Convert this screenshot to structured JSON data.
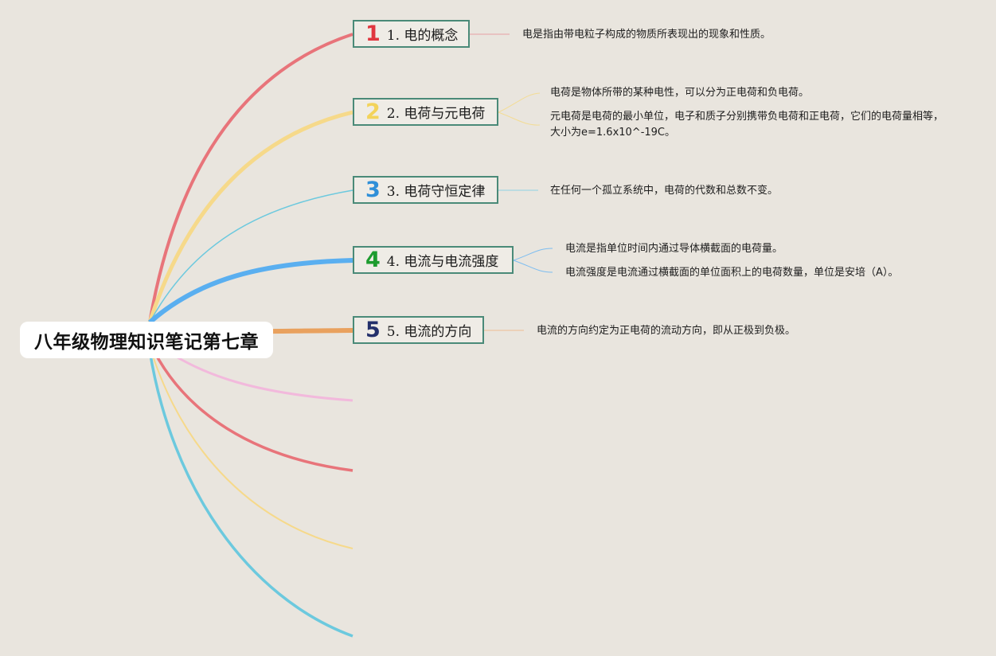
{
  "root": {
    "title": "八年级物理知识笔记第七章"
  },
  "topics": [
    {
      "number": "1",
      "label": "1. 电的概念",
      "color": "#e0363f",
      "notes": [
        "电是指由带电粒子构成的物质所表现出的现象和性质。"
      ]
    },
    {
      "number": "2",
      "label": "2. 电荷与元电荷",
      "color": "#f3d35b",
      "notes": [
        "电荷是物体所带的某种电性，可以分为正电荷和负电荷。",
        "元电荷是电荷的最小单位，电子和质子分别携带负电荷和正电荷，它们的电荷量相等，大小为e=1.6x10^-19C。"
      ]
    },
    {
      "number": "3",
      "label": "3. 电荷守恒定律",
      "color": "#2f8fd8",
      "notes": [
        "在任何一个孤立系统中，电荷的代数和总数不变。"
      ]
    },
    {
      "number": "4",
      "label": "4. 电流与电流强度",
      "color": "#1d9b2e",
      "notes": [
        "电流是指单位时间内通过导体横截面的电荷量。",
        "电流强度是电流通过横截面的单位面积上的电荷数量，单位是安培（A）。"
      ]
    },
    {
      "number": "5",
      "label": "5. 电流的方向",
      "color": "#23306b",
      "notes": [
        "电流的方向约定为正电荷的流动方向，即从正极到负极。"
      ]
    }
  ],
  "colors": {
    "background": "#e9e5de",
    "topic_border": "#4a8a78",
    "branch_red": "#e8747a",
    "branch_yellow": "#f6d98a",
    "branch_cyan": "#6cc9de",
    "branch_blue": "#5aaff0",
    "branch_orange": "#e9a15e",
    "branch_pink": "#f2b9dc"
  }
}
